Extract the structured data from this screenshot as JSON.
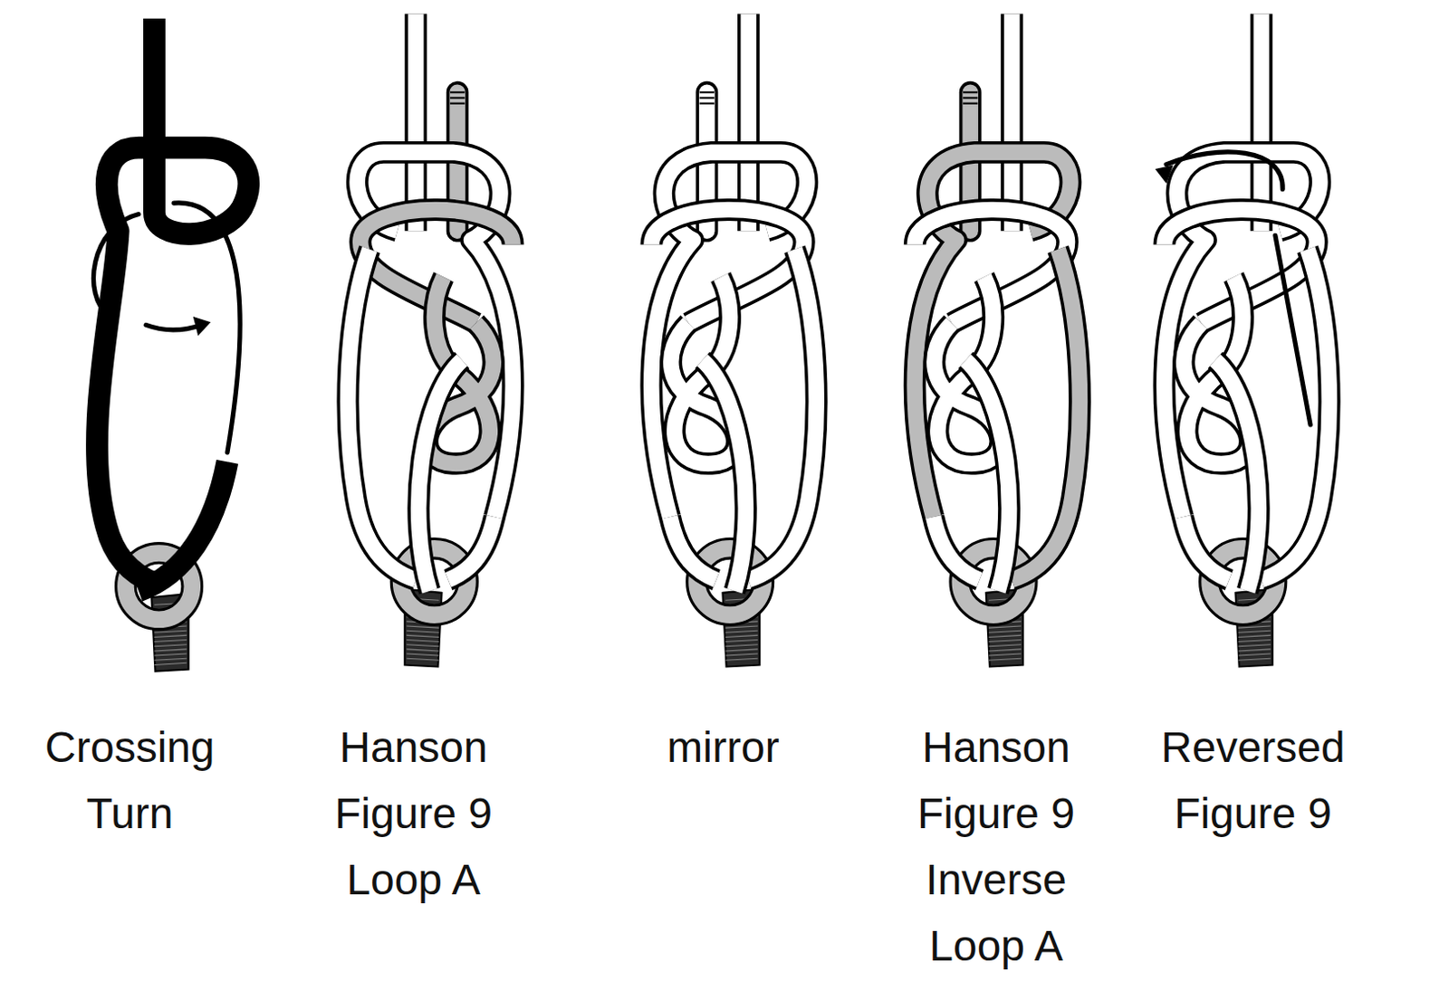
{
  "diagram": {
    "labels": [
      "Crossing Turn",
      "Hanson Figure 9 Loop A",
      "mirror",
      "Hanson Figure 9 Inverse Loop A",
      "Reversed Figure 9"
    ]
  }
}
